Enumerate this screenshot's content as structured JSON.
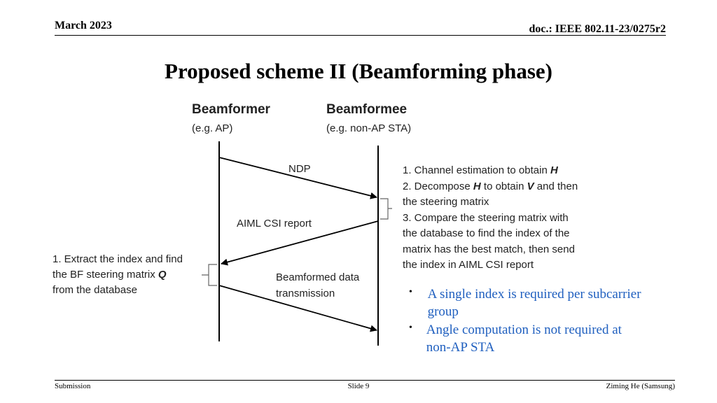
{
  "header": {
    "date": "March 2023",
    "doc": "doc.: IEEE 802.11-23/0275r2"
  },
  "title": "Proposed scheme II (Beamforming phase)",
  "diagram": {
    "beamformer": {
      "name": "Beamformer",
      "sub": "(e.g. AP)"
    },
    "beamformee": {
      "name": "Beamformee",
      "sub": "(e.g. non-AP STA)"
    },
    "messages": {
      "ndp": "NDP",
      "csi_report": "AIML CSI report",
      "bf_data_1": "Beamformed data",
      "bf_data_2": "transmission"
    },
    "left_note": {
      "line1": "1. Extract the index and find",
      "line2_pre": "the BF steering matrix ",
      "line2_var": "Q",
      "line3": "from the database"
    },
    "right_note": {
      "l1_pre": "1. Channel estimation to obtain ",
      "l1_var": "H",
      "l2_pre": "2. Decompose ",
      "l2_var1": "H",
      "l2_mid": " to obtain ",
      "l2_var2": "V",
      "l2_post": " and then",
      "l3": "the steering matrix",
      "l4": "3. Compare the steering matrix with",
      "l5": "the database to find the index of the",
      "l6": "matrix has the best match, then send",
      "l7": "the index in AIML CSI report"
    }
  },
  "bullets": [
    "A single index is required per subcarrier group",
    "Angle computation is not required at non-AP STA"
  ],
  "footer": {
    "left": "Submission",
    "center": "Slide 9",
    "right": "Ziming He (Samsung)"
  }
}
